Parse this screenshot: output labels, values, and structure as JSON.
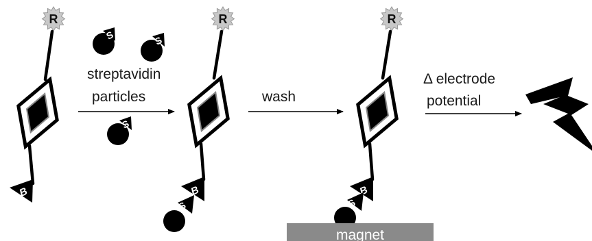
{
  "labels": {
    "reporter": "R",
    "biotin": "B",
    "streptavidin": "S",
    "step1_line1": "streptavidin",
    "step1_line2": "particles",
    "step2": "wash",
    "step3_line1": "Δ electrode",
    "step3_line2": "potential",
    "magnet": "magnet"
  },
  "colors": {
    "ink": "#000000",
    "reporter_fill": "#c8c8c8",
    "magnet_fill": "#8a8a8a",
    "text": "#1a1a1a"
  },
  "icons": {
    "reporter": "star-icon",
    "signal": "lightning-bolt-icon",
    "particle": "streptavidin-bead-icon",
    "biotin": "biotin-triangle-icon",
    "probe": "diamond-probe-icon"
  }
}
